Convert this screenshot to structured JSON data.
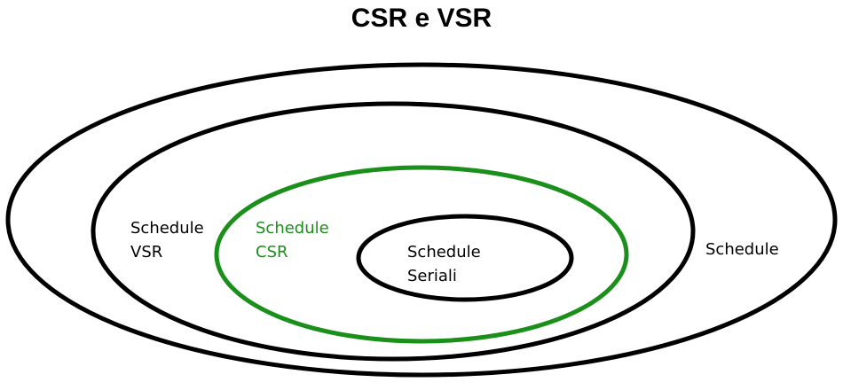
{
  "title": "CSR e VSR",
  "colors": {
    "outline": "#000000",
    "highlight": "#1a8f1a"
  },
  "sets": {
    "schedule": {
      "line1": "Schedule"
    },
    "vsr": {
      "line1": "Schedule",
      "line2": "VSR"
    },
    "csr": {
      "line1": "Schedule",
      "line2": "CSR"
    },
    "seriali": {
      "line1": "Schedule",
      "line2": "Seriali"
    }
  }
}
